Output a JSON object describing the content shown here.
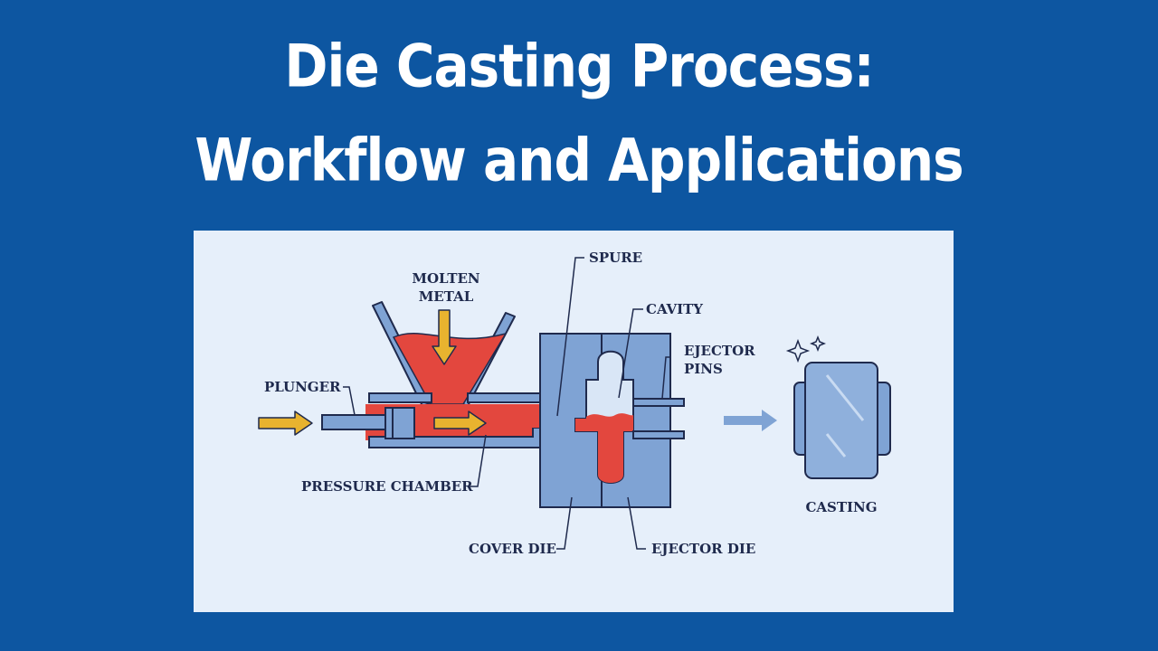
{
  "title": {
    "line1": "Die Casting Process:",
    "line2": "Workflow and Applications"
  },
  "labels": {
    "molten_metal_1": "MOLTEN",
    "molten_metal_2": "METAL",
    "plunger": "PLUNGER",
    "pressure_chamber": "PRESSURE CHAMBER",
    "spure": "SPURE",
    "cavity": "CAVITY",
    "ejector_pins_1": "EJECTOR",
    "ejector_pins_2": "PINS",
    "cover_die": "COVER DIE",
    "ejector_die": "EJECTOR DIE",
    "casting": "CASTING"
  },
  "colors": {
    "background": "#0d56a1",
    "panel": "#e6effa",
    "molten": "#e3473e",
    "metal_parts": "#7fa3d4",
    "arrow_yellow": "#e8b32f",
    "outline": "#1f2a4d"
  }
}
